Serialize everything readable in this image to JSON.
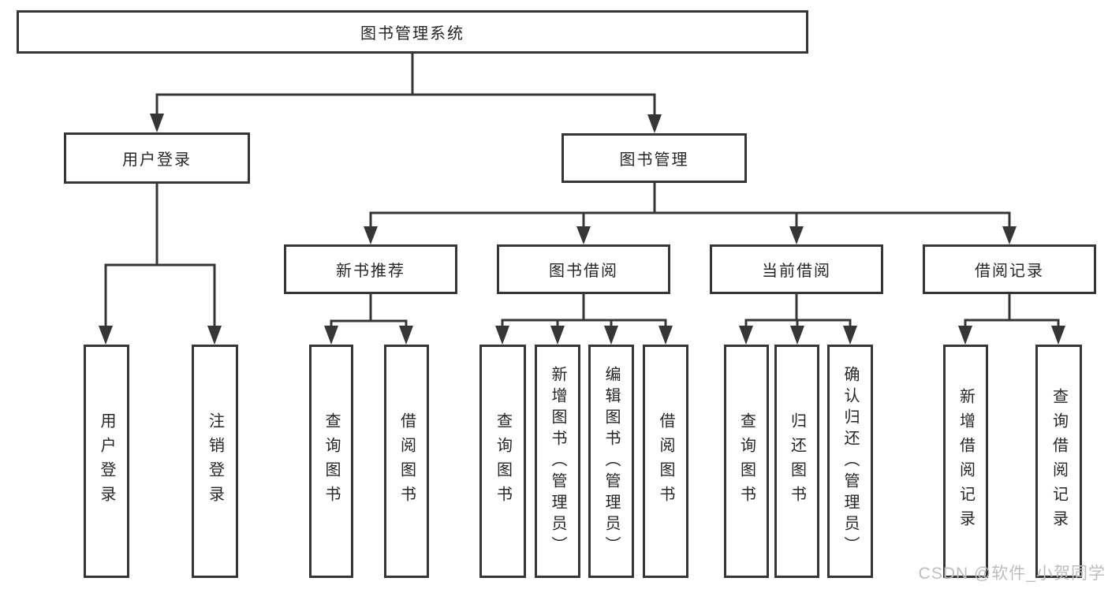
{
  "diagram": {
    "root": {
      "label": "图书管理系统"
    },
    "branches": [
      {
        "label": "用户登录",
        "children": [
          {
            "label": "用户登录"
          },
          {
            "label": "注销登录"
          }
        ]
      },
      {
        "label": "图书管理",
        "children": [
          {
            "label": "新书推荐",
            "children": [
              {
                "label": "查询图书"
              },
              {
                "label": "借阅图书"
              }
            ]
          },
          {
            "label": "图书借阅",
            "children": [
              {
                "label": "查询图书"
              },
              {
                "label": "新增图书（管理员）"
              },
              {
                "label": "编辑图书（管理员）"
              },
              {
                "label": "借阅图书"
              }
            ]
          },
          {
            "label": "当前借阅",
            "children": [
              {
                "label": "查询图书"
              },
              {
                "label": "归还图书"
              },
              {
                "label": "确认归还（管理员）"
              }
            ]
          },
          {
            "label": "借阅记录",
            "children": [
              {
                "label": "新增借阅记录"
              },
              {
                "label": "查询借阅记录"
              }
            ]
          }
        ]
      }
    ]
  },
  "watermark": {
    "text": "CSDN @软件_小贺同学"
  },
  "colors": {
    "line": "#363636",
    "box_border": "#363636",
    "text": "#262626",
    "background": "#ffffff",
    "watermark": "#bdbdbd"
  }
}
